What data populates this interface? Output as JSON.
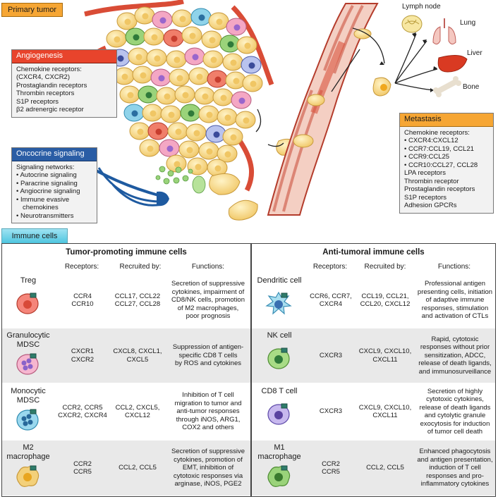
{
  "primary_tumor": {
    "label": "Primary tumor"
  },
  "angiogenesis": {
    "title": "Angiogenesis",
    "lines": [
      "Chemokine receptors:",
      "(CXCR4, CXCR2)",
      "Prostaglandin receptors",
      "Thrombin receptors",
      "S1P receptors",
      "β2 adrenergic receptor"
    ]
  },
  "oncocrine": {
    "title": "Oncocrine signaling",
    "intro": "Signaling networks:",
    "items": [
      "Autocrine signaling",
      "Paracrine signaling",
      "Angiocrine signaling",
      "Immune evasive",
      "Neurotransmitters"
    ],
    "item4_cont": "chemokines"
  },
  "organs": {
    "lymph_node": "Lymph node",
    "lung": "Lung",
    "liver": "Liver",
    "bone": "Bone"
  },
  "metastasis": {
    "title": "Metastasis",
    "intro": "Chemokine receptors:",
    "items": [
      "CXCR4:CXCL12",
      "CCR7:CCL19, CCL21",
      "CCR9:CCL25",
      "CCR10:CCL27, CCL28"
    ],
    "rest": [
      "LPA receptors",
      "Thrombin receptor",
      "Prostaglandin receptors",
      "S1P receptors",
      "Adhesion GPCRs"
    ]
  },
  "immune": {
    "tab": "Immune cells",
    "left": {
      "title": "Tumor-promoting immune cells",
      "headers": [
        "Receptors:",
        "Recruited by:",
        "Functions:"
      ],
      "rows": [
        {
          "name": "Treg",
          "receptors": "CCR4\nCCR10",
          "recruited": "CCL17, CCL22\nCCL27, CCL28",
          "functions": "Secretion of suppressive\ncytokines, impairment of\nCD8/NK cells, promotion\nof M2 macrophages,\npoor prognosis"
        },
        {
          "name": "Granulocytic\nMDSC",
          "receptors": "CXCR1\nCXCR2",
          "recruited": "CXCL8, CXCL1,\nCXCL5",
          "functions": "Suppression of antigen-\nspecific CD8 T cells\nby ROS and cytokines"
        },
        {
          "name": "Monocytic\nMDSC",
          "receptors": "CCR2, CCR5\nCXCR2, CXCR4",
          "recruited": "CCL2, CXCL5,\nCXCL12",
          "functions": "Inhibition of T cell\nmigration to tumor and\nanti-tumor responses\nthrough iNOS, ARG1,\nCOX2 and others"
        },
        {
          "name": "M2\nmacrophage",
          "receptors": "CCR2\nCCR5",
          "recruited": "CCL2, CCL5",
          "functions": "Secretion of suppressive\ncytokines, promotion of\nEMT, inhibition of\ncytotoxic responses via\narginase, iNOS, PGE2"
        }
      ]
    },
    "right": {
      "title": "Anti-tumoral immune cells",
      "headers": [
        "Receptors:",
        "Recruited by:",
        "Functions:"
      ],
      "rows": [
        {
          "name": "Dendritic cell",
          "receptors": "CCR6, CCR7,\nCXCR4",
          "recruited": "CCL19, CCL21,\nCCL20, CXCL12",
          "functions": "Professional antigen\npresenting cells, initiation\nof adaptive immune\nresponses, stimulation\nand activation of CTLs"
        },
        {
          "name": "NK cell",
          "receptors": "CXCR3",
          "recruited": "CXCL9, CXCL10,\nCXCL11",
          "functions": "Rapid, cytotoxic\nresponses without prior\nsensitization, ADCC,\nrelease of death ligands,\nand immunosurveillance"
        },
        {
          "name": "CD8 T cell",
          "receptors": "CXCR3",
          "recruited": "CXCL9, CXCL10,\nCXCL11",
          "functions": "Secretion of highly\ncytotoxic cytokines,\nrelease of death ligands\nand cytolytic granule\nexocytosis for induction\nof tumor cell death"
        },
        {
          "name": "M1\nmacrophage",
          "receptors": "CCR2\nCCR5",
          "recruited": "CCL2, CCL5",
          "functions": "Enhanced phagocytosis\nand antigen presentation,\ninduction of T cell\nresponses and pro-\ninflammatory cytokines"
        }
      ]
    }
  },
  "colors": {
    "orange_header": "#f6a634",
    "red_header": "#e8442c",
    "blue_header": "#2a5da5",
    "cyan_tab": "#4fc6e0",
    "tumor_cell": "#f5d27a",
    "vessel": "#c93a2b",
    "nerve": "#1e5aa0"
  }
}
